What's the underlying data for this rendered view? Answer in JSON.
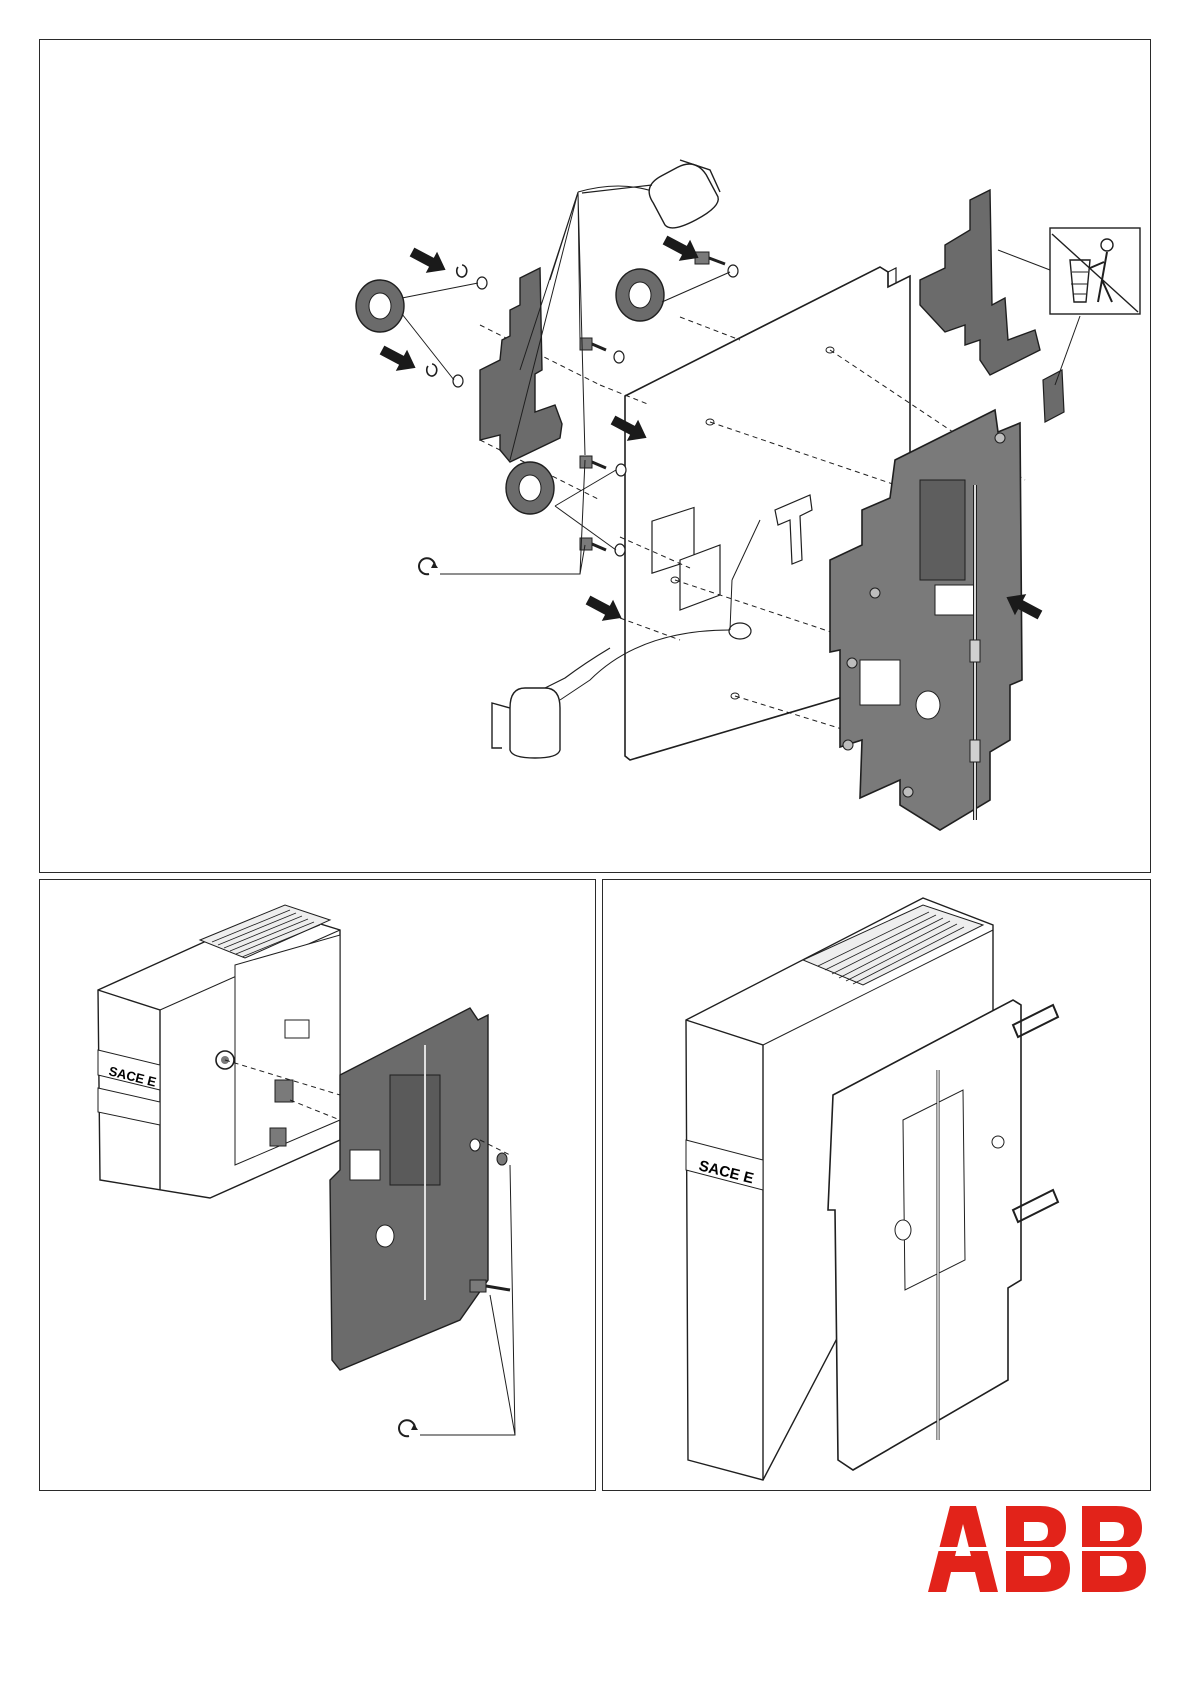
{
  "device": {
    "label_upper": "SACE E",
    "label_lower": "SACE E"
  },
  "brand": {
    "logo_text": "ABB",
    "color": "#e2231a"
  },
  "colors": {
    "line": "#1f1f1f",
    "part_fill": "#6b6b6b",
    "plate_fill": "#7a7a7a",
    "arrow_fill": "#1a1a1a"
  },
  "icons": [
    "oil-can-icon",
    "disposal-bin-icon",
    "tighten-rotation-icon",
    "direction-arrow-icon"
  ]
}
